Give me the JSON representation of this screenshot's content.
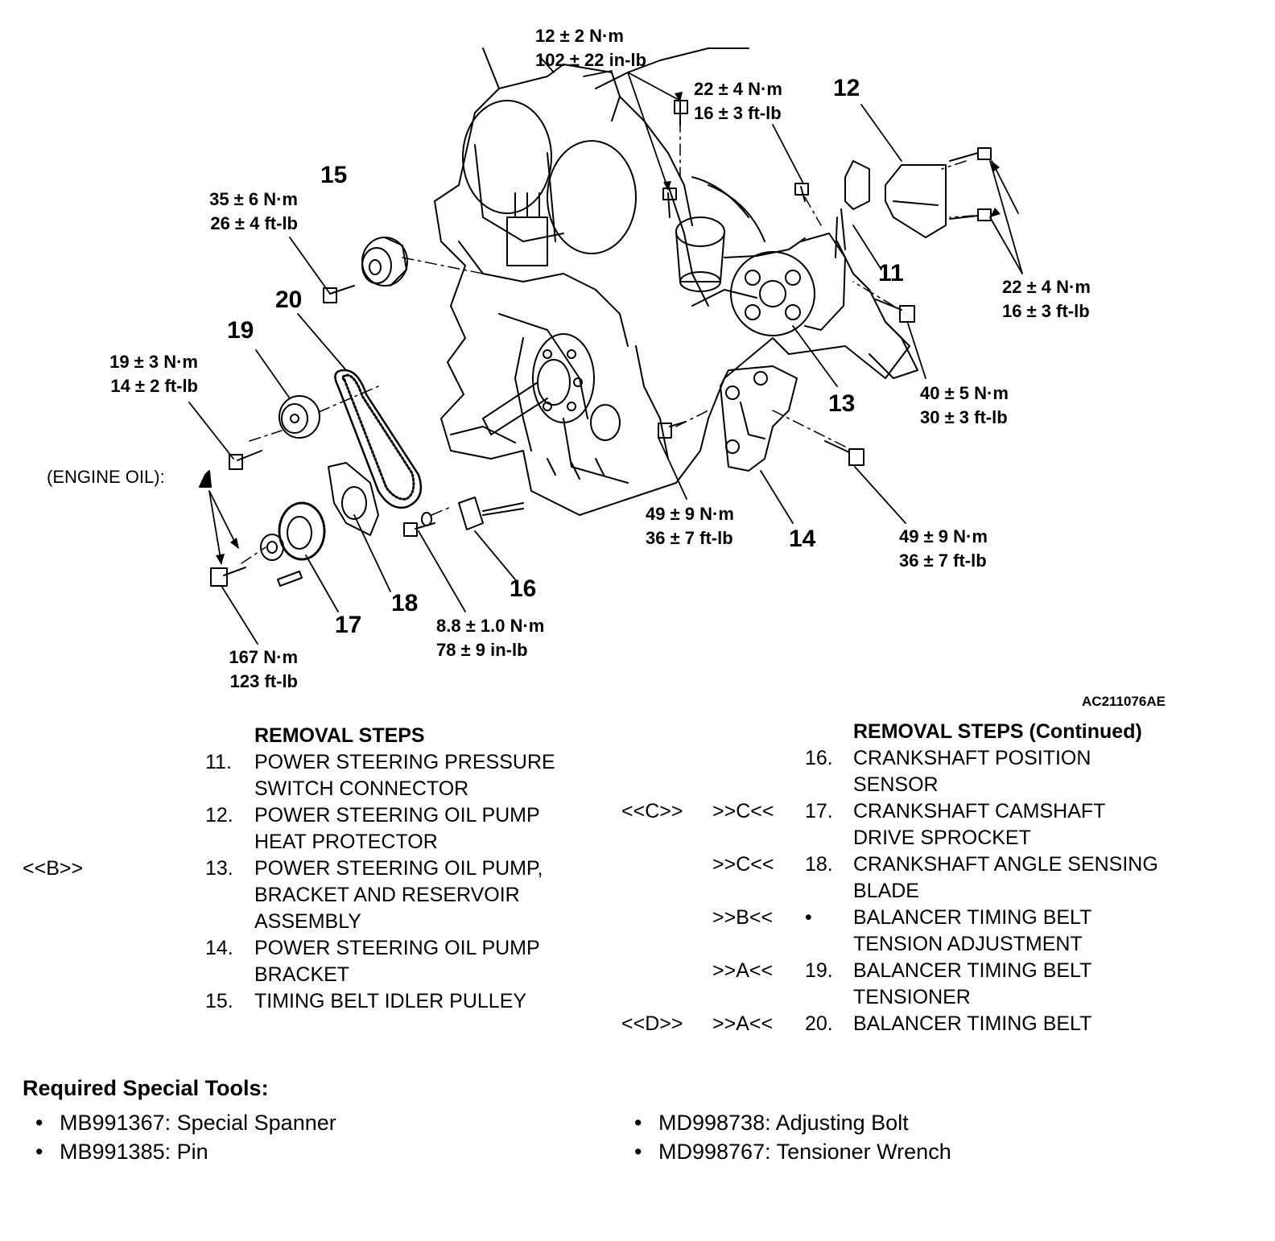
{
  "figure_id": "AC211076AE",
  "engine_oil_note": "(ENGINE OIL):",
  "part_numbers": [
    "11",
    "12",
    "13",
    "14",
    "15",
    "16",
    "17",
    "18",
    "19",
    "20"
  ],
  "torques": {
    "top": [
      "12 ± 2 N·m",
      "102 ± 22 in-lb"
    ],
    "reservoir": [
      "22 ± 4 N·m",
      "16 ± 3 ft-lb"
    ],
    "idler": [
      "35 ± 6 N·m",
      "26 ± 4 ft-lb"
    ],
    "tensioner": [
      "19 ± 3 N·m",
      "14 ± 2 ft-lb"
    ],
    "protector": [
      "22 ± 4 N·m",
      "16 ± 3 ft-lb"
    ],
    "pump": [
      "40 ± 5 N·m",
      "30 ± 3 ft-lb"
    ],
    "bracket_left": [
      "49 ± 9 N·m",
      "36 ± 7 ft-lb"
    ],
    "bracket_right": [
      "49 ± 9 N·m",
      "36 ± 7 ft-lb"
    ],
    "sensor": [
      "8.8 ± 1.0 N·m",
      "78 ± 9 in-lb"
    ],
    "sprocket": [
      "167 N·m",
      "123 ft-lb"
    ]
  },
  "removal_steps": {
    "title": "REMOVAL STEPS",
    "items": [
      {
        "remove": "",
        "install": "",
        "num": "11.",
        "lines": [
          "POWER STEERING PRESSURE",
          "SWITCH CONNECTOR"
        ]
      },
      {
        "remove": "",
        "install": "",
        "num": "12.",
        "lines": [
          "POWER STEERING OIL PUMP",
          "HEAT PROTECTOR"
        ]
      },
      {
        "remove": "<<B>>",
        "install": "",
        "num": "13.",
        "lines": [
          "POWER STEERING OIL PUMP,",
          "BRACKET AND RESERVOIR",
          "ASSEMBLY"
        ]
      },
      {
        "remove": "",
        "install": "",
        "num": "14.",
        "lines": [
          "POWER STEERING OIL PUMP",
          "BRACKET"
        ]
      },
      {
        "remove": "",
        "install": "",
        "num": "15.",
        "lines": [
          "TIMING BELT IDLER PULLEY"
        ]
      }
    ]
  },
  "removal_steps_continued": {
    "title": "REMOVAL STEPS (Continued)",
    "items": [
      {
        "remove": "",
        "install": "",
        "num": "16.",
        "lines": [
          "CRANKSHAFT POSITION",
          "SENSOR"
        ]
      },
      {
        "remove": "<<C>>",
        "install": ">>C<<",
        "num": "17.",
        "lines": [
          "CRANKSHAFT CAMSHAFT",
          "DRIVE SPROCKET"
        ]
      },
      {
        "remove": "",
        "install": ">>C<<",
        "num": "18.",
        "lines": [
          "CRANKSHAFT ANGLE SENSING",
          "BLADE"
        ]
      },
      {
        "remove": "",
        "install": ">>B<<",
        "num": "•",
        "lines": [
          "BALANCER TIMING BELT",
          "TENSION ADJUSTMENT"
        ]
      },
      {
        "remove": "",
        "install": ">>A<<",
        "num": "19.",
        "lines": [
          "BALANCER TIMING BELT",
          "TENSIONER"
        ]
      },
      {
        "remove": "<<D>>",
        "install": ">>A<<",
        "num": "20.",
        "lines": [
          "BALANCER TIMING BELT"
        ]
      }
    ]
  },
  "special_tools": {
    "title": "Required Special Tools:",
    "items": [
      "MB991367: Special Spanner",
      "MB991385: Pin",
      "MD998738: Adjusting Bolt",
      "MD998767: Tensioner Wrench"
    ]
  }
}
